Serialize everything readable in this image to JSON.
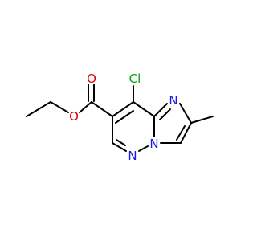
{
  "molecule": {
    "atoms": {
      "chlorine": {
        "symbol": "Cl",
        "color": "#00a800"
      },
      "carbonyl_oxygen": {
        "symbol": "O",
        "color": "#e00000"
      },
      "ester_oxygen": {
        "symbol": "O",
        "color": "#e00000"
      },
      "imidazole_nitrogen": {
        "symbol": "N",
        "color": "#1a1ae6"
      },
      "pyridazine_nitrogen": {
        "symbol": "N",
        "color": "#1a1ae6"
      },
      "bridgehead_nitrogen": {
        "symbol": "N",
        "color": "#1a1ae6"
      }
    },
    "bond_color": "#000000"
  }
}
